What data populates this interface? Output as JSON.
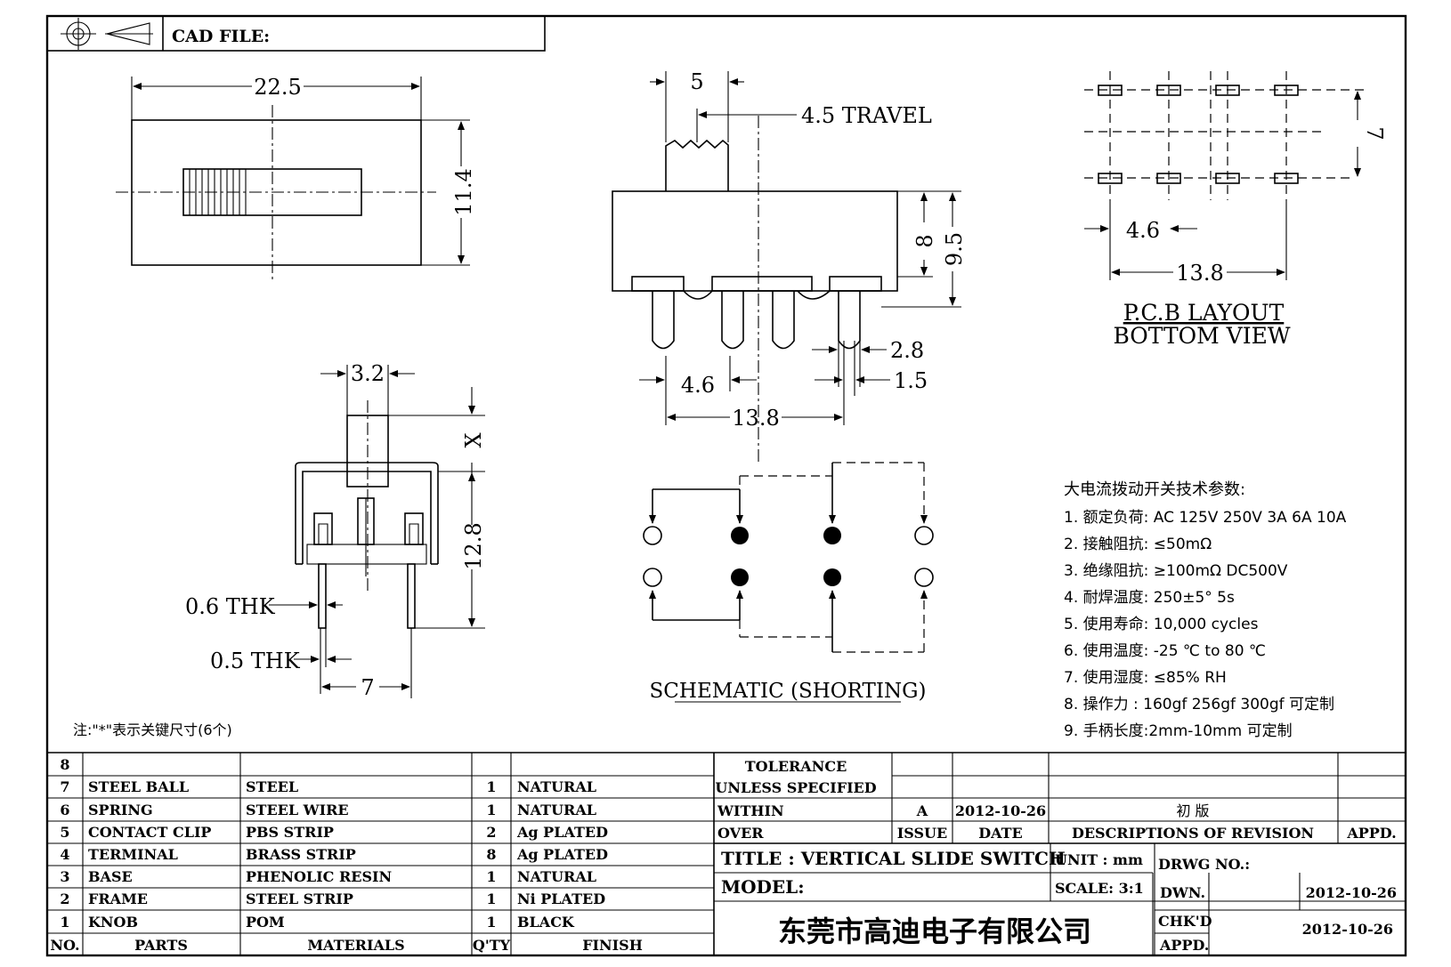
{
  "header": {
    "cad_file_label": "CAD FILE:"
  },
  "top_view": {
    "width_dim": "22.5",
    "height_dim": "11.4"
  },
  "front_view": {
    "dim_5": "5",
    "travel": "4.5  TRAVEL",
    "dim_8": "8",
    "dim_9_5": "9.5",
    "dim_2_8": "2.8",
    "dim_1_5": "1.5",
    "dim_4_6": "4.6",
    "dim_13_8": "13.8"
  },
  "pcb_layout": {
    "dim_7": "7",
    "dim_4_6": "4.6",
    "dim_13_8": "13.8",
    "title": "P.C.B  LAYOUT",
    "subtitle": "BOTTOM  VIEW"
  },
  "side_view": {
    "dim_3_2": "3.2",
    "dim_x": "X",
    "dim_12_8": "12.8",
    "thk_06": "0.6  THK",
    "thk_05": "0.5  THK",
    "dim_7": "7"
  },
  "schematic": {
    "title": "SCHEMATIC  (SHORTING)"
  },
  "note": "注:\"*\"表示关键尺寸(6个)",
  "specs": {
    "heading": "大电流拨动开关技术参数:",
    "items": [
      "1.  额定负荷: AC 125V 250V    3A    6A    10A",
      "2.    接触阻抗:  ≤50mΩ",
      "3.  绝缘阻抗:  ≥100mΩ   DC500V",
      "4.    耐焊温度: 250±5°  5s",
      "5.  使用寿命: 10,000 cycles",
      "6.    使用温度: -25  ℃  to 80  ℃",
      "7.  使用湿度:  ≤85% RH",
      "8.    操作力 : 160gf    256gf    300gf  可定制",
      "9.  手柄长度:2mm-10mm   可定制"
    ]
  },
  "bom": {
    "headers": {
      "no": "NO.",
      "parts": "PARTS",
      "materials": "MATERIALS",
      "qty": "Q'TY",
      "finish": "FINISH"
    },
    "rows": [
      {
        "no": "8",
        "part": "",
        "material": "",
        "qty": "",
        "finish": ""
      },
      {
        "no": "7",
        "part": "STEEL  BALL",
        "material": "STEEL",
        "qty": "1",
        "finish": "NATURAL"
      },
      {
        "no": "6",
        "part": "SPRING",
        "material": "STEEL  WIRE",
        "qty": "1",
        "finish": "NATURAL"
      },
      {
        "no": "5",
        "part": "CONTACT  CLIP",
        "material": "PBS  STRIP",
        "qty": "2",
        "finish": "Ag  PLATED"
      },
      {
        "no": "4",
        "part": "TERMINAL",
        "material": "BRASS  STRIP",
        "qty": "8",
        "finish": "Ag  PLATED"
      },
      {
        "no": "3",
        "part": "BASE",
        "material": "PHENOLIC  RESIN",
        "qty": "1",
        "finish": "NATURAL"
      },
      {
        "no": "2",
        "part": "FRAME",
        "material": "STEEL  STRIP",
        "qty": "1",
        "finish": "Ni  PLATED"
      },
      {
        "no": "1",
        "part": "KNOB",
        "material": "POM",
        "qty": "1",
        "finish": "BLACK"
      }
    ]
  },
  "title_block": {
    "tolerance": "TOLERANCE",
    "unless_specified": "UNLESS   SPECIFIED",
    "within": "WITHIN",
    "over": "OVER",
    "rev_letter": "A",
    "rev_date": "2012-10-26",
    "rev_desc": "初  版",
    "issue": "ISSUE",
    "date": "DATE",
    "descriptions": "DESCRIPTIONS  OF  REVISION",
    "appd": "APPD.",
    "title": "TITLE :   VERTICAL  SLIDE  SWITCH",
    "unit": "UNIT :   mm",
    "drwg_no": "DRWG  NO.:",
    "model": "MODEL:",
    "scale": "SCALE:   3:1",
    "dwn": "DWN.",
    "dwn_date": "2012-10-26",
    "chkd": "CHK'D",
    "chkd_date": "2012-10-26",
    "appd2": "APPD.",
    "company": "东莞市高迪电子有限公司"
  }
}
